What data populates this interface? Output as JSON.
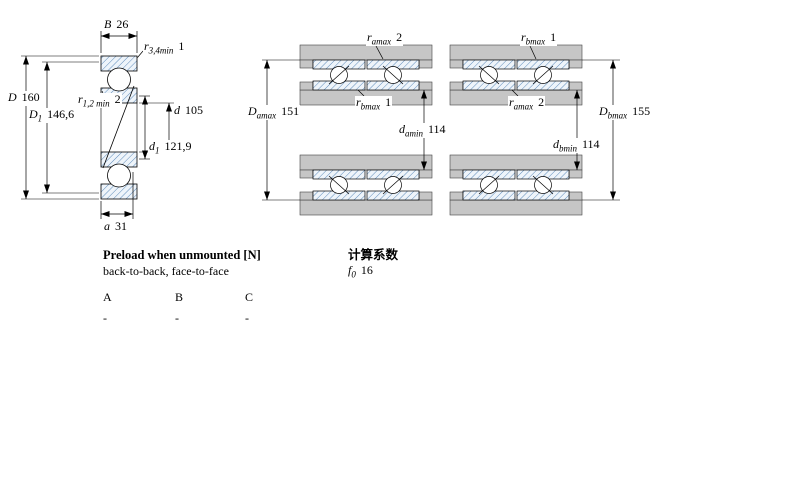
{
  "colors": {
    "steel": "#c6c6c6",
    "hatch_fill": "#eef4fa",
    "hatch_line": "#5f8cba",
    "line": "#000000"
  },
  "single_bearing": {
    "B": {
      "sym": "B",
      "sub": "",
      "value": "26"
    },
    "r34": {
      "sym": "r",
      "sub": "3,4min",
      "value": "1"
    },
    "D": {
      "sym": "D",
      "sub": "",
      "value": "160"
    },
    "r12": {
      "sym": "r",
      "sub": "1,2 min",
      "value": "2"
    },
    "D1": {
      "sym": "D",
      "sub": "1",
      "value": "146,6"
    },
    "d": {
      "sym": "d",
      "sub": "",
      "value": "105"
    },
    "d1": {
      "sym": "d",
      "sub": "1",
      "value": "121,9"
    },
    "a": {
      "sym": "a",
      "sub": "",
      "value": "31"
    }
  },
  "back_to_back": {
    "r_amax_top": {
      "sym": "r",
      "sub": "amax",
      "value": "2"
    },
    "D_amax": {
      "sym": "D",
      "sub": "amax",
      "value": "151"
    },
    "r_bmax": {
      "sym": "r",
      "sub": "bmax",
      "value": "1"
    },
    "d_amin": {
      "sym": "d",
      "sub": "amin",
      "value": "114"
    }
  },
  "face_to_face": {
    "r_bmax_top": {
      "sym": "r",
      "sub": "bmax",
      "value": "1"
    },
    "r_amax": {
      "sym": "r",
      "sub": "amax",
      "value": "2"
    },
    "D_bmax": {
      "sym": "D",
      "sub": "bmax",
      "value": "155"
    },
    "d_bmin": {
      "sym": "d",
      "sub": "bmin",
      "value": "114"
    }
  },
  "preload": {
    "heading": "Preload when unmounted [N]",
    "subheading": "back-to-back, face-to-face",
    "columns": [
      "A",
      "B",
      "C"
    ],
    "values": [
      "-",
      "-",
      "-"
    ]
  },
  "calculation": {
    "heading": "计算系数",
    "f0": {
      "sym": "f",
      "sub": "0",
      "value": "16"
    }
  }
}
